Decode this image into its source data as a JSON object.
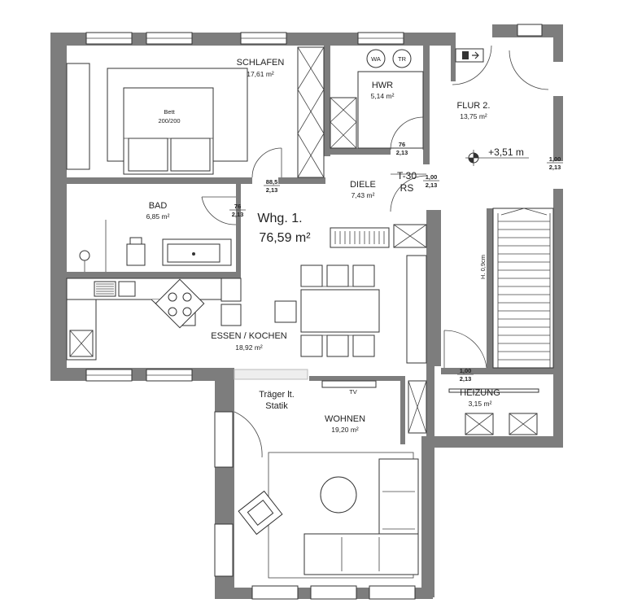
{
  "apartment": {
    "name": "Whg. 1.",
    "area": "76,59 m²"
  },
  "rooms": {
    "schlafen": {
      "name": "SCHLAFEN",
      "area": "17,61 m²"
    },
    "hwr": {
      "name": "HWR",
      "area": "5,14 m²"
    },
    "flur": {
      "name": "FLUR 2.",
      "area": "13,75 m²"
    },
    "bad": {
      "name": "BAD",
      "area": "6,85 m²"
    },
    "diele": {
      "name": "DIELE",
      "area": "7,43 m²"
    },
    "essen": {
      "name": "ESSEN / KOCHEN",
      "area": "18,92 m²"
    },
    "heizung": {
      "name": "HEIZUNG",
      "area": "3,15 m²"
    },
    "wohnen": {
      "name": "WOHNEN",
      "area": "19,20 m²"
    }
  },
  "labels": {
    "bed_name": "Bett",
    "bed_size": "200/200",
    "wa": "WA",
    "tr": "TR",
    "elevation": "+3,51  m",
    "fire_door_line1": "T-30",
    "fire_door_line2": "RS",
    "beam_line1": "Träger lt.",
    "beam_line2": "Statik",
    "tv": "TV",
    "stair_height": "H. 0,9cm"
  },
  "door_dimensions": {
    "schlafen": {
      "top": "88,5",
      "bottom": "2,13"
    },
    "bad": {
      "top": "76",
      "bottom": "2,13"
    },
    "hwr": {
      "top": "76",
      "bottom": "2,13"
    },
    "diele": {
      "top": "1,00",
      "bottom": "2,13"
    },
    "flur": {
      "top": "1,00",
      "bottom": "2,13"
    },
    "heizung": {
      "top": "1,00",
      "bottom": "2,13"
    }
  }
}
